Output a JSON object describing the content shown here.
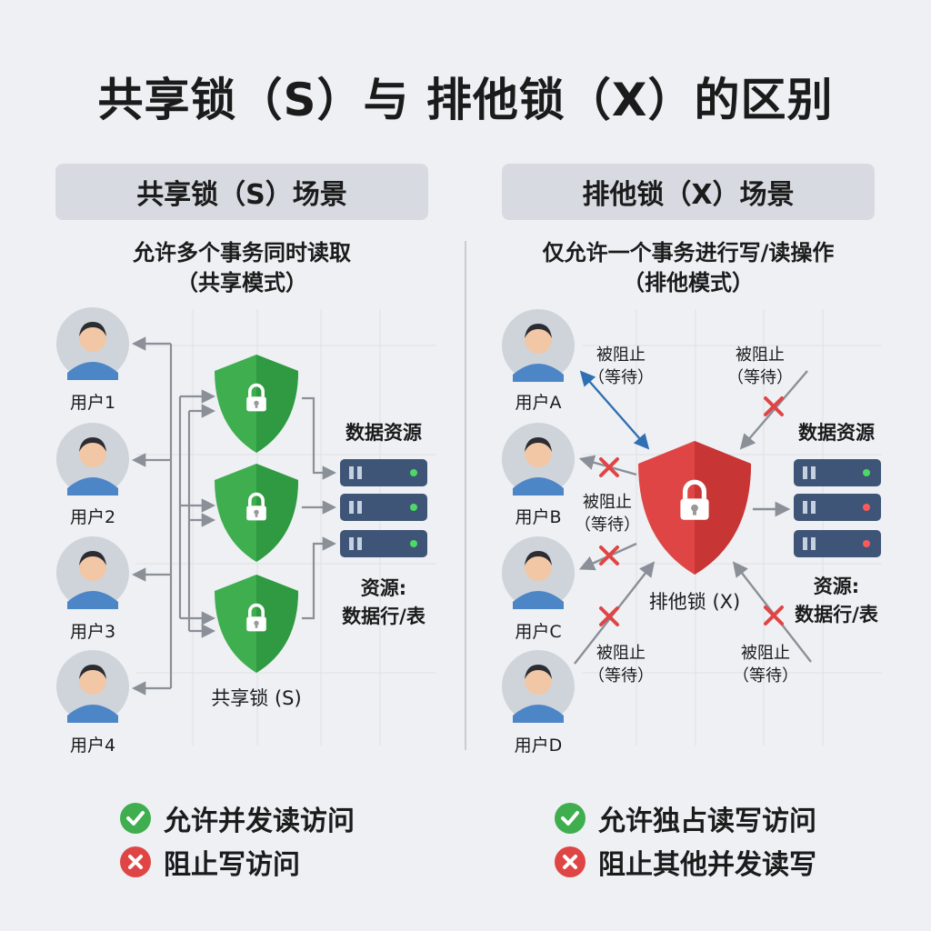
{
  "title": "共享锁（S）与 排他锁（X）的区别",
  "left": {
    "header": "共享锁（S）场景",
    "subtitle_line1": "允许多个事务同时读取",
    "subtitle_line2": "（共享模式）",
    "users": [
      "用户1",
      "用户2",
      "用户3",
      "用户4"
    ],
    "lock_label": "共享锁 (S)",
    "resource_title": "数据资源",
    "resource_desc_line1": "资源:",
    "resource_desc_line2": "数据行/表",
    "bullets": [
      "允许并发读访问",
      "阻止写访问"
    ]
  },
  "right": {
    "header": "排他锁（X）场景",
    "subtitle_line1": "仅允许一个事务进行写/读操作",
    "subtitle_line2": "（排他模式）",
    "users": [
      "用户A",
      "用户B",
      "用户C",
      "用户D"
    ],
    "lock_label": "排他锁 (X)",
    "resource_title": "数据资源",
    "resource_desc_line1": "资源:",
    "resource_desc_line2": "数据行/表",
    "blocked_line1": "被阻止",
    "blocked_line2": "（等待）",
    "bullets": [
      "允许独占读写访问",
      "阻止其他并发读写"
    ]
  },
  "colors": {
    "green": "#3fae4f",
    "red": "#e04545",
    "server": "#3f5577",
    "arrow": "#8a8f98",
    "blue_arrow": "#2f6fb3"
  },
  "icons": {
    "allow": "check-circle-icon",
    "deny": "x-circle-icon",
    "lock": "padlock-icon",
    "shield": "shield-icon",
    "server": "server-icon"
  }
}
